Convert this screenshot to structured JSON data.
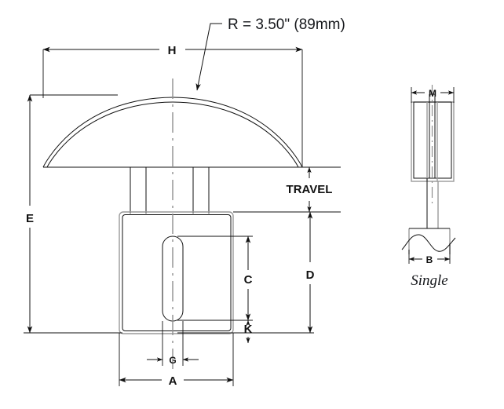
{
  "drawing": {
    "title_note": "R = 3.50\" (89mm)",
    "travel_label": "TRAVEL",
    "view_caption_single": "Single",
    "dimensions": {
      "H": "H",
      "E": "E",
      "D": "D",
      "C": "C",
      "K": "K",
      "G": "G",
      "A": "A",
      "M": "M",
      "B": "B"
    },
    "colors": {
      "line": "#111111",
      "hidden_line": "#9a9a9a",
      "center_line": "#8e8e8e",
      "text": "#16181c",
      "background": "#ffffff"
    }
  }
}
